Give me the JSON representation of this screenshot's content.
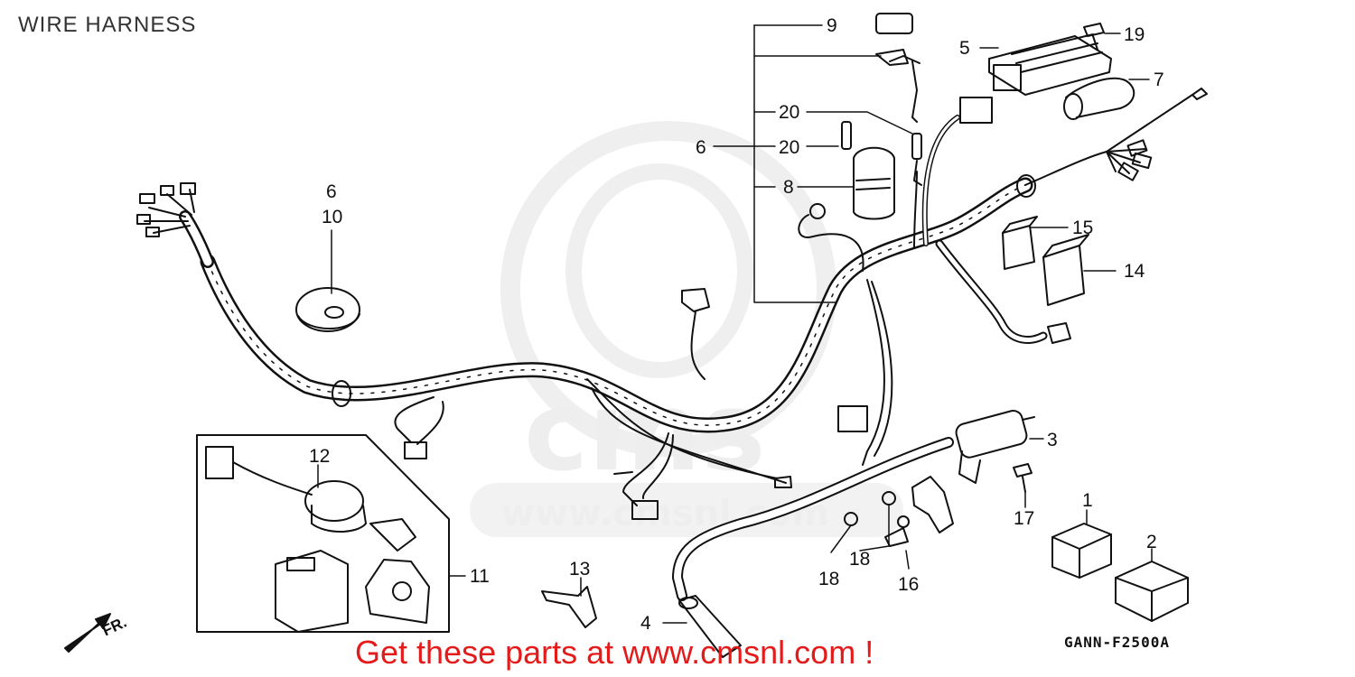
{
  "title": "WIRE HARNESS",
  "promo_text": "Get these parts at www.cmsnl.com !",
  "diagram_code": "GANN-F2500A",
  "front_marker": "FR.",
  "watermark": {
    "site_text": "www.cmsnl.com",
    "logo_text": "cms"
  },
  "callouts": {
    "c1": "1",
    "c2": "2",
    "c3": "3",
    "c4": "4",
    "c5": "5",
    "c6a": "6",
    "c6b": "6",
    "c7": "7",
    "c8": "8",
    "c9": "9",
    "c10": "10",
    "c11": "11",
    "c12": "12",
    "c13": "13",
    "c14": "14",
    "c15": "15",
    "c16": "16",
    "c17": "17",
    "c18a": "18",
    "c18b": "18",
    "c19": "19",
    "c20a": "20",
    "c20b": "20"
  },
  "colors": {
    "promo": "#e31b1b",
    "ink": "#111111",
    "watermark": "#eeeeee"
  }
}
